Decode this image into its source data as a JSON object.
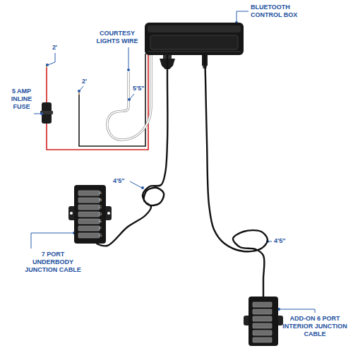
{
  "diagram": {
    "nodes": [
      {
        "text": [
          "BLUETOOTH CONTROL BOX"
        ]
      },
      {
        "text": [
          "7 PORT UNDERBODY JUNCTION CABLE"
        ]
      },
      {
        "text": [
          "ADD-ON 6 PORT INTERIOR JUNCTION CABLE"
        ]
      }
    ],
    "edges": [
      {
        "from": 0,
        "to": 1,
        "arrow": "none"
      },
      {
        "from": 0,
        "to": 2,
        "arrow": "none"
      }
    ],
    "labels": [
      "COURTESY LIGHTS WIRE",
      "2'",
      "2'",
      "5'5\"",
      "5 AMP INLINE FUSE",
      "4'5\"",
      "4'5\"",
      "A",
      "B",
      "C",
      "D",
      "E",
      "F",
      "G"
    ]
  }
}
